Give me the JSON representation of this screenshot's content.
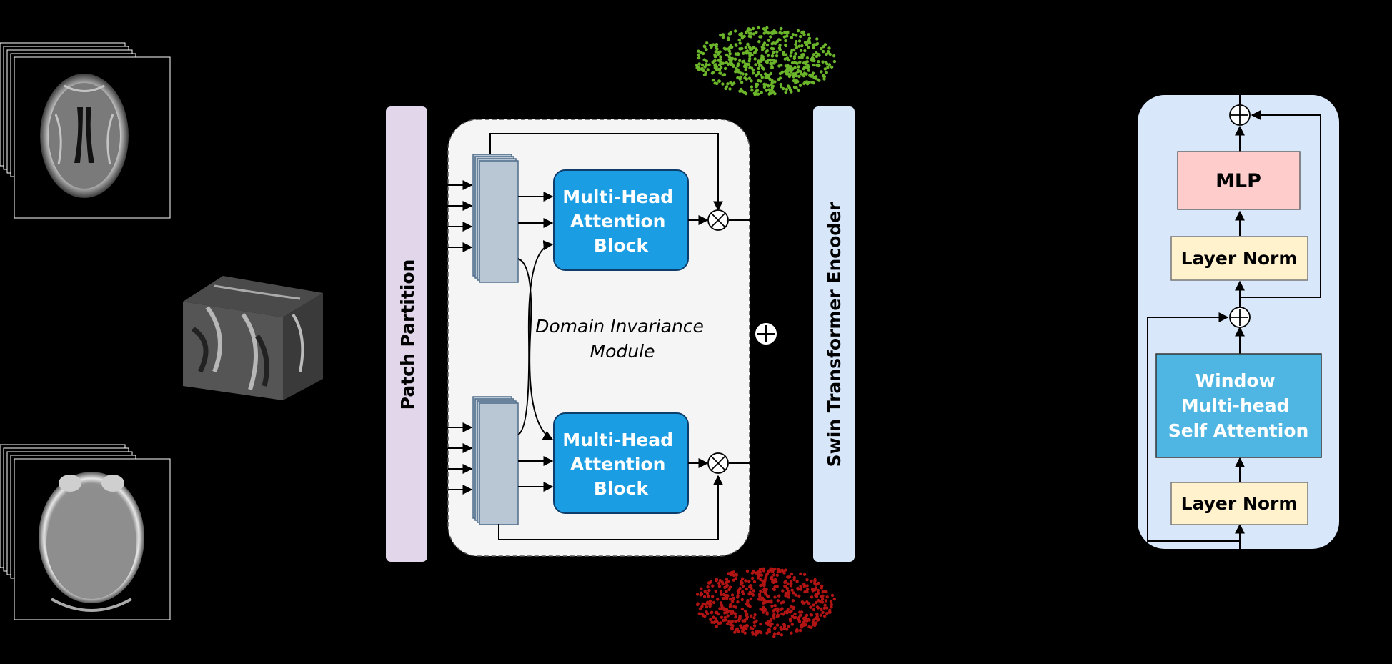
{
  "colors": {
    "background": "#000000",
    "patch_partition": "#e2d6ea",
    "encoder": "#d7e6f8",
    "dim_panel": "#f5f5f5",
    "attention_block": "#1b9de3",
    "feature_stack": "#b9c6d3",
    "swin_block_bg": "#d9e7fa",
    "mlp": "#ffcccc",
    "layer_norm": "#fff2cc",
    "window_msa": "#4fb6e3",
    "green_dots": "#6bb52a",
    "red_dots": "#b21414"
  },
  "labels": {
    "patch_partition": "Patch Partition",
    "swin_encoder": "Swin Transformer Encoder",
    "dim_title": "Domain Invariance\nModule",
    "attention_top": "Multi-Head\nAttention\nBlock",
    "attention_bottom": "Multi-Head\nAttention\nBlock",
    "mlp": "MLP",
    "layer_norm_top": "Layer Norm",
    "layer_norm_bottom": "Layer Norm",
    "window_attention": "Window\nMulti-head\nSelf Attention"
  },
  "images": {
    "mri_stack": "mri-brain-axial-stack",
    "ct_stack": "ct-head-axial-stack",
    "volume_cube": "3d-volume-cube"
  },
  "icons": {
    "multiply": "circled-times-icon",
    "add": "circled-plus-icon"
  }
}
